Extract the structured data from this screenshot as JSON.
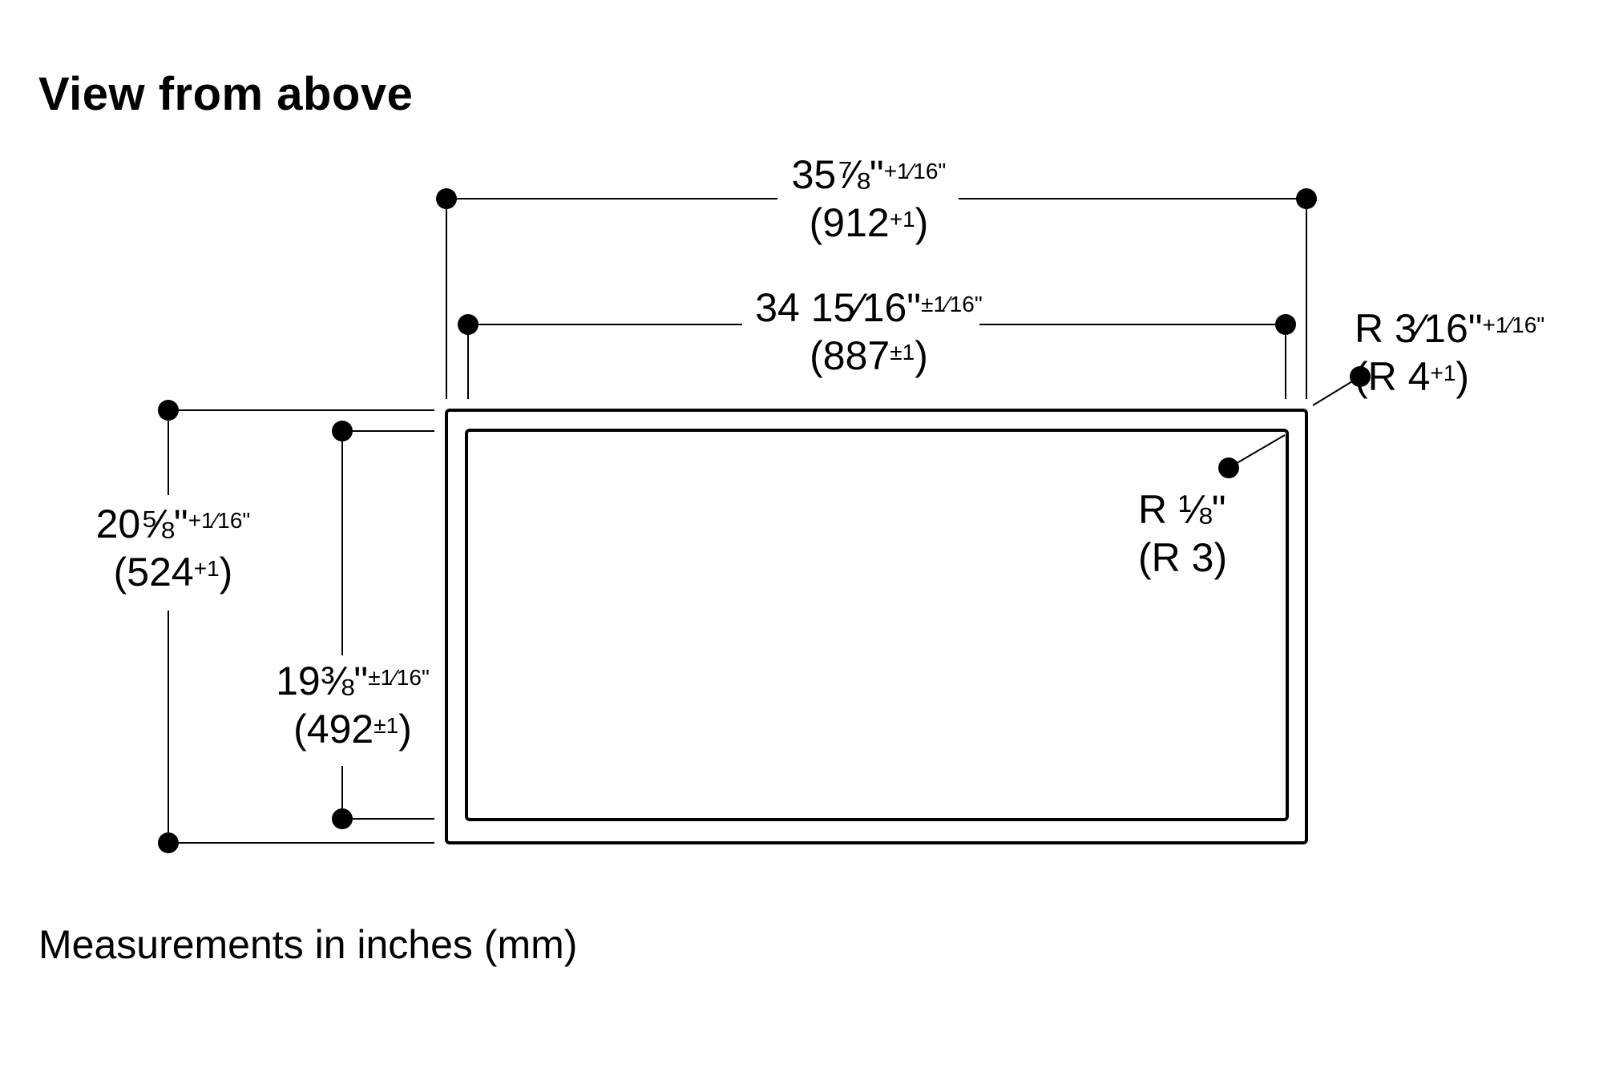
{
  "title": "View from above",
  "footnote": "Measurements in inches (mm)",
  "dimensions": {
    "outer_width": {
      "main": "35⅞\"",
      "main_tol": "+1⁄16\"",
      "sub": "(912",
      "sub_tol": "+1",
      "close": ")"
    },
    "inner_width": {
      "main": "34 15⁄16\"",
      "main_tol": "±1⁄16\"",
      "sub": "(887",
      "sub_tol": "±1",
      "close": ")"
    },
    "outer_radius": {
      "main": "R 3⁄16\"",
      "main_tol": "+1⁄16\"",
      "sub": "(R 4",
      "sub_tol": "+1",
      "close": ")"
    },
    "inner_radius": {
      "main": "R ⅛\"",
      "sub": "(R 3)"
    },
    "outer_height": {
      "main": "20⅝\"",
      "main_tol": "+1⁄16\"",
      "sub": "(524",
      "sub_tol": "+1",
      "close": ")"
    },
    "inner_height": {
      "main": "19⅜\"",
      "main_tol": "±1⁄16\"",
      "sub": "(492",
      "sub_tol": "±1",
      "close": ")"
    }
  },
  "colors": {
    "line": "#000000",
    "background": "#ffffff"
  }
}
